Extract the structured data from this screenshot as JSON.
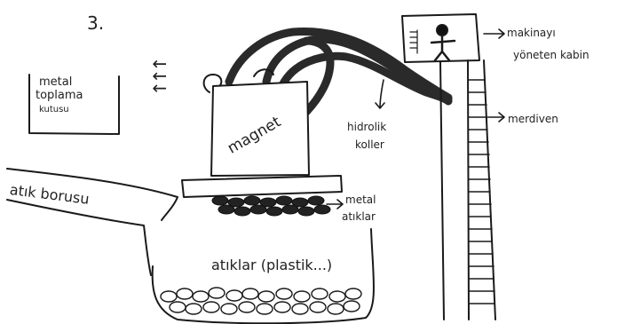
{
  "diagram": {
    "number": "3.",
    "box_label": [
      "metal",
      "toplama",
      "kutusu"
    ],
    "up_arrows": "↑↑↑",
    "magnet_label": "magnet",
    "hydraulic_label": [
      "hidrolik",
      "koller"
    ],
    "pipe_label": "atık borusu",
    "metal_waste_label": [
      "metal",
      "atıklar"
    ],
    "waste_label": "atıklar (plastik...)",
    "cabin_label": [
      "makinayı",
      "yöneten kabin"
    ],
    "ladder_label": "merdiven"
  }
}
